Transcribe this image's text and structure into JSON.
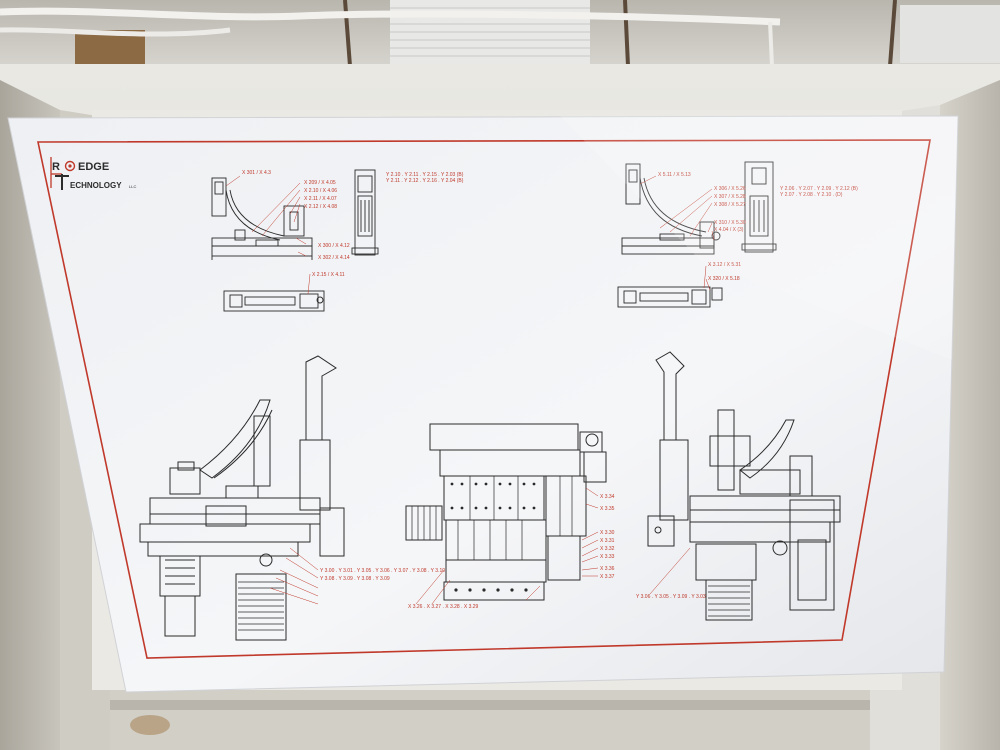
{
  "poster": {
    "brand": {
      "line1_left": "R",
      "line1_right": "EDGE",
      "line2": "ECHNOLOGY",
      "suffix": "LLC"
    },
    "callouts": {
      "tl1": "X 301 / X 4.3",
      "tl2": "X 209 / X 4.05",
      "tl3": "X 2.10 / X 4.06",
      "tl4": "X 2.11 / X 4.07",
      "tl5": "X 2.12 / X 4.08",
      "tl6": "X 300 / X 4.12",
      "tl7": "X 302 / X 4.14",
      "tl8": "X 2.15 / X 4.11",
      "tm1": "Y 2.10 . Y 2.11 . Y 2.15 . Y 2.03 (B)",
      "tm2": "Y 2.11 . Y 2.12 . Y 2.16 . Y 2.04 (B)",
      "tr1": "X 5.11 / X 5.13",
      "tr2": "X 306 / X 5.26",
      "tr3": "X 307 / X 5.28",
      "tr4": "X 308 / X 5.27",
      "tr5": "X 310 / X 5.30",
      "tr6": "X 4.04 / X (3)",
      "tr7": "X 3.12 / X 5.31",
      "tr8": "X 320 / X 5.18",
      "tr9": "Y 2.06 . Y 2.07 . Y 2.09 . Y 2.12 (B)",
      "tr10": "Y 2.07 . Y 2.08 . Y 2.10 . (D)",
      "bl1": "Y 3.00 . Y 3.01 . Y 3.05 . Y 3.06 . Y 3.07 . Y 3.08 . Y 3.10",
      "bl2": "Y 3.08 . Y 3.09 . Y 3.08 . Y 3.09",
      "bc1": "X 3.34",
      "bc2": "X 3.35",
      "bc3": "X 3.30",
      "bc4": "X 3.31",
      "bc5": "X 3.32",
      "bc6": "X 3.33",
      "bc7": "X 3.36",
      "bc8": "X 3.37",
      "bc9": "X 3.26 . X 3.27 . X 3.28 . X 3.29",
      "br1": "Y 3.06 . Y 3.05 . Y 3.09 . Y 3.03"
    }
  }
}
